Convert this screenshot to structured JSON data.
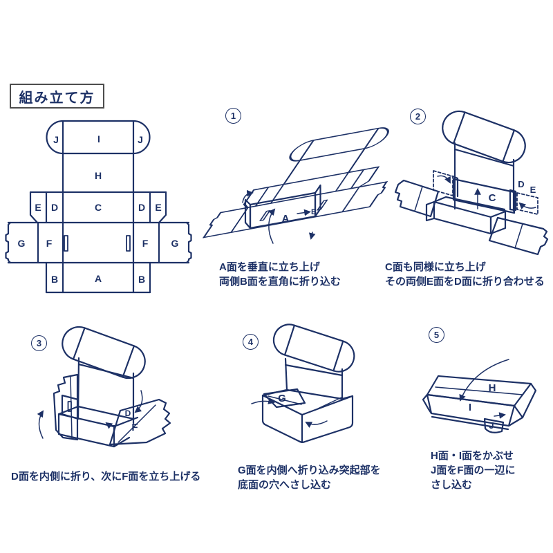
{
  "colors": {
    "ink": "#1d3166",
    "title_border": "#4d4d4d",
    "background": "#ffffff"
  },
  "title": "組み立て方",
  "template": {
    "panels": {
      "j_left": "J",
      "i": "I",
      "j_right": "J",
      "h": "H",
      "e_left": "E",
      "d_left": "D",
      "c": "C",
      "d_right": "D",
      "e_right": "E",
      "g_left": "G",
      "f_left": "F",
      "f_right": "F",
      "g_right": "G",
      "b_left": "B",
      "a": "A",
      "b_right": "B"
    }
  },
  "steps": [
    {
      "number": "1",
      "caption": [
        "A面を垂直に立ち上げ",
        "両側B面を直角に折り込む"
      ],
      "labels": {
        "a": "A",
        "b": "B"
      }
    },
    {
      "number": "2",
      "caption": [
        "C面も同様に立ち上げ",
        "その両側E面をD面に折り合わせる"
      ],
      "labels": {
        "c": "C",
        "d": "D",
        "e": "E"
      }
    },
    {
      "number": "3",
      "caption": [
        "D面を内側に折り、次にF面を立ち上げる"
      ],
      "labels": {
        "d": "D",
        "f": "F"
      }
    },
    {
      "number": "4",
      "caption": [
        "G面を内側へ折り込み突起部を",
        "底面の穴へさし込む"
      ],
      "labels": {
        "g": "G"
      }
    },
    {
      "number": "5",
      "caption": [
        "H面・I面をかぶせ",
        "J面をF面の一辺に",
        "さし込む"
      ],
      "labels": {
        "h": "H",
        "i": "I",
        "j": "J"
      }
    }
  ]
}
